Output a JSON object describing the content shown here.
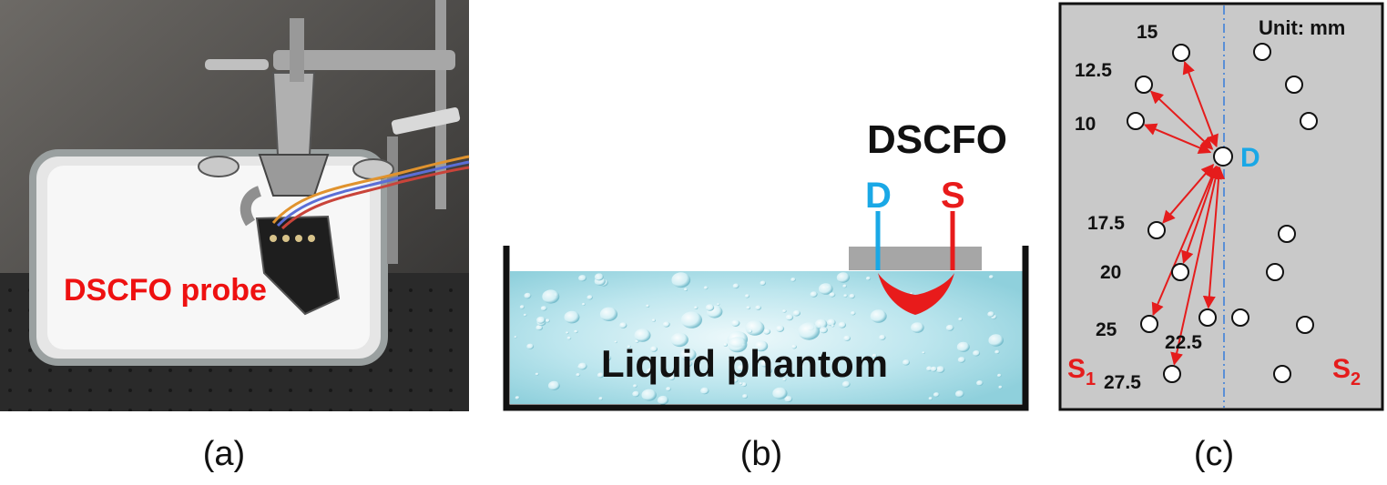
{
  "panel_a": {
    "caption": "(a)",
    "label": "DSCFO probe",
    "label_color": "#ee1111"
  },
  "panel_b": {
    "caption": "(b)",
    "title": "DSCFO",
    "detector_label": "D",
    "source_label": "S",
    "phantom_label": "Liquid phantom",
    "detector_color": "#1aa8e6",
    "source_color": "#e81b1b",
    "liquid_color": "#a9dde6"
  },
  "panel_c": {
    "caption": "(c)",
    "unit_label": "Unit: mm",
    "detector_label": "D",
    "s1_main": "S",
    "s1_sub": "1",
    "s2_main": "S",
    "s2_sub": "2",
    "arrow_color": "#e51c1c",
    "detector_color": "#1aa8e6",
    "distances": [
      {
        "label": "15"
      },
      {
        "label": "12.5"
      },
      {
        "label": "10"
      },
      {
        "label": "17.5"
      },
      {
        "label": "20"
      },
      {
        "label": "25"
      },
      {
        "label": "22.5"
      },
      {
        "label": "27.5"
      }
    ]
  }
}
